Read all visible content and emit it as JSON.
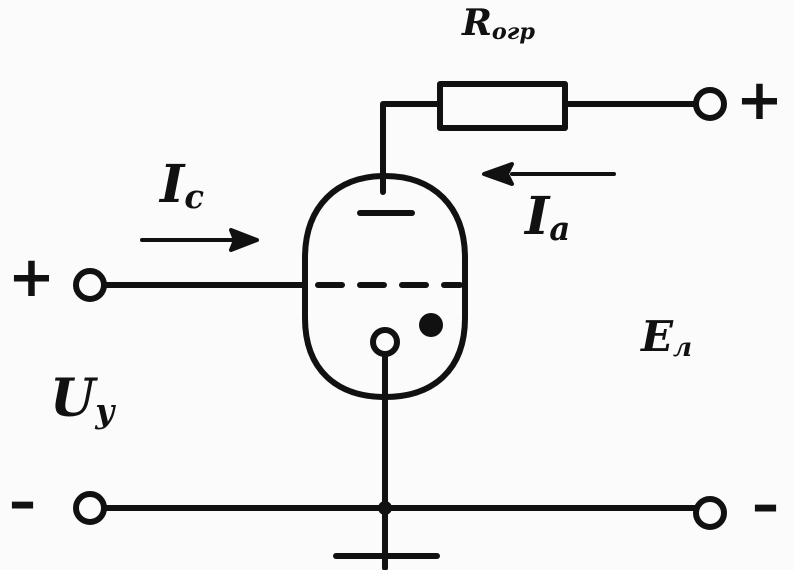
{
  "labels": {
    "resistor": {
      "main": "R",
      "sub": "огр"
    },
    "grid_current": {
      "main": "I",
      "sub": "c"
    },
    "anode_current": {
      "main": "I",
      "sub": "a"
    },
    "control_voltage": {
      "main": "U",
      "sub": "y"
    },
    "supply_voltage": {
      "main": "E",
      "sub": "л"
    }
  },
  "signs": {
    "top_right_plus": "+",
    "left_plus": "+",
    "bottom_left_minus": "–",
    "bottom_right_minus": "–"
  }
}
